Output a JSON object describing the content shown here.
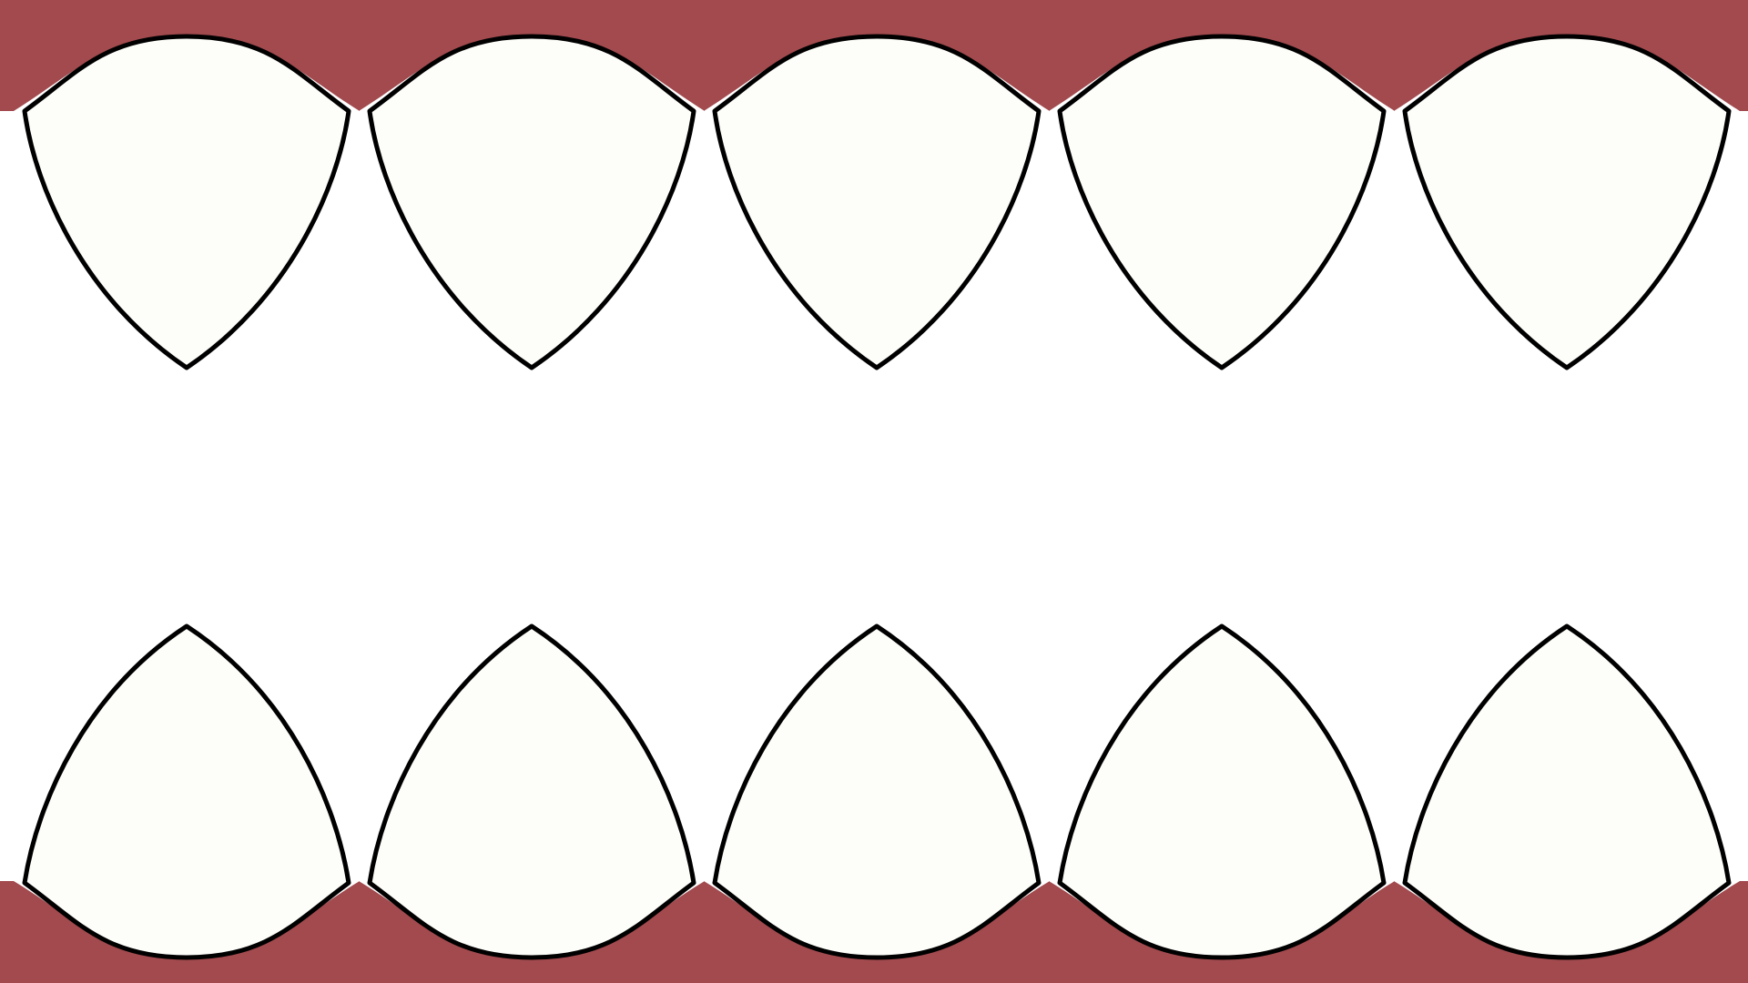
{
  "scene": {
    "teeth_per_row": 5,
    "rows": [
      "upper",
      "lower"
    ]
  },
  "colors": {
    "background": "#ffffff",
    "gum": "#a24a4e",
    "tooth_fill": "#fdfefa",
    "outline": "#000000"
  }
}
